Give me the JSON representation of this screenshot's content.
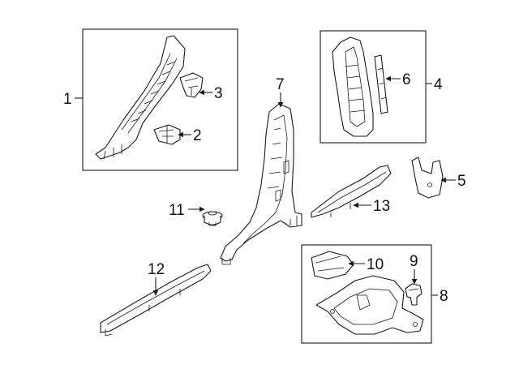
{
  "callouts": [
    {
      "id": "1",
      "text": "1"
    },
    {
      "id": "2",
      "text": "2"
    },
    {
      "id": "3",
      "text": "3"
    },
    {
      "id": "4",
      "text": "4"
    },
    {
      "id": "5",
      "text": "5"
    },
    {
      "id": "6",
      "text": "6"
    },
    {
      "id": "7",
      "text": "7"
    },
    {
      "id": "8",
      "text": "8"
    },
    {
      "id": "9",
      "text": "9"
    },
    {
      "id": "10",
      "text": "10"
    },
    {
      "id": "11",
      "text": "11"
    },
    {
      "id": "12",
      "text": "12"
    },
    {
      "id": "13",
      "text": "13"
    }
  ],
  "colors": {
    "line": "#1a1a1a",
    "background": "#ffffff"
  }
}
